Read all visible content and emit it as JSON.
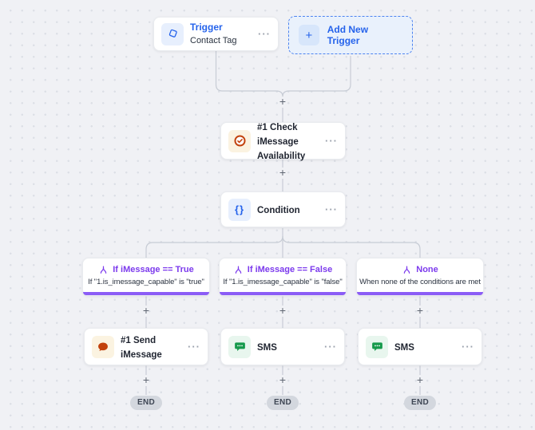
{
  "flow": {
    "trigger": {
      "title": "Trigger",
      "subtitle": "Contact Tag"
    },
    "add_new": {
      "label": "Add New Trigger"
    },
    "check": {
      "title": "#1 Check iMessage Availability"
    },
    "condition": {
      "title": "Condition",
      "icon_glyph": "{}"
    },
    "branches": [
      {
        "title": "If iMessage == True",
        "subtitle": "If \"1.is_imessage_capable\" is \"true\""
      },
      {
        "title": "If iMessage == False",
        "subtitle": "If \"1.is_imessage_capable\" is \"false\""
      },
      {
        "title": "None",
        "subtitle": "When none of the conditions are met"
      }
    ],
    "actions": [
      {
        "title": "#1 Send iMessage",
        "icon": "imessage-icon"
      },
      {
        "title": "SMS",
        "icon": "sms-icon"
      },
      {
        "title": "SMS",
        "icon": "sms-icon"
      }
    ]
  },
  "ui": {
    "plus": "+",
    "menu": "···",
    "end": "END"
  },
  "colors": {
    "canvas_bg": "#f0f1f5",
    "dot_gray": "#dcdfe6",
    "accent_blue": "#2563eb",
    "add_trigger_bg": "#e9f1fc",
    "accent_purple": "#7c3aed",
    "branch_bar_purple": "#8b5cf6",
    "imessage_orange": "#c2410c",
    "sms_green": "#169a4c",
    "connector_gray": "#c7ccd5",
    "end_pill_bg": "#d3d7de"
  }
}
